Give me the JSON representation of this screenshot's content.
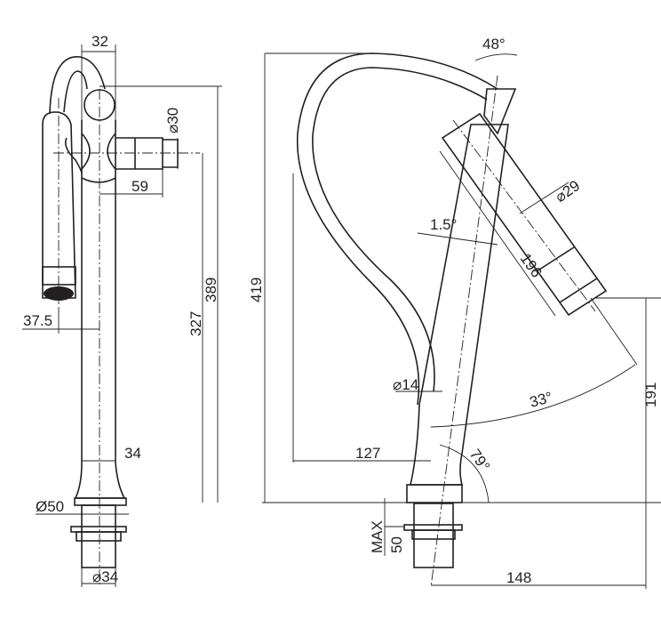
{
  "side_view": {
    "dims": {
      "handle_width": "32",
      "outlet_diameter": "⌀30",
      "outlet_length": "59",
      "spout_offset": "37.5",
      "outlet_height": "327",
      "total_height": "389",
      "body_diameter": "34",
      "base_diameter": "Ø50",
      "shank_diameter": "⌀34"
    }
  },
  "front_view": {
    "dims": {
      "total_height": "419",
      "swivel_angle": "48°",
      "head_diameter": "⌀29",
      "tilt_angle": "1.5°",
      "head_length": "196",
      "hose_diameter": "⌀14",
      "reach_angle": "33°",
      "head_height": "191",
      "hose_reach": "127",
      "body_angle": "79°",
      "max_deck": "MAX",
      "max_deck_value": "50",
      "projection": "148"
    }
  },
  "colors": {
    "line": "#231f20",
    "background": "#ffffff"
  }
}
